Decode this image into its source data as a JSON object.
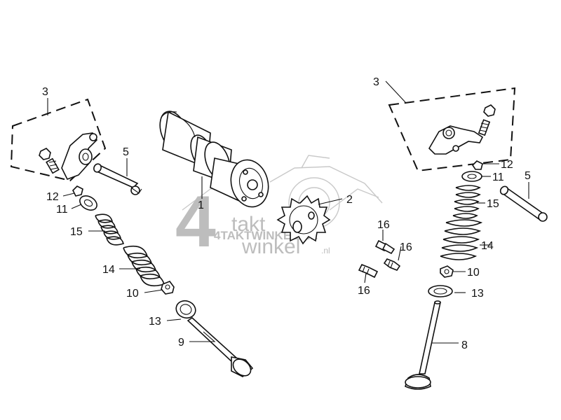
{
  "watermark": {
    "big_digit": "4",
    "line1": "takt",
    "line2": "winkel",
    "domain": "4TAKTWINKEL.NL",
    "suffix": ".nl"
  },
  "callouts": {
    "c1": "1",
    "c2": "2",
    "c3_left": "3",
    "c3_right": "3",
    "c5_left": "5",
    "c5_right": "5",
    "c8": "8",
    "c9": "9",
    "c10_left": "10",
    "c10_right": "10",
    "c11_left": "11",
    "c11_right": "11",
    "c12_left": "12",
    "c12_right": "12",
    "c13_left": "13",
    "c13_right": "13",
    "c14_left": "14",
    "c14_right": "14",
    "c15_left": "15",
    "c15_right": "15",
    "c16_a": "16",
    "c16_b": "16",
    "c16_c": "16"
  }
}
